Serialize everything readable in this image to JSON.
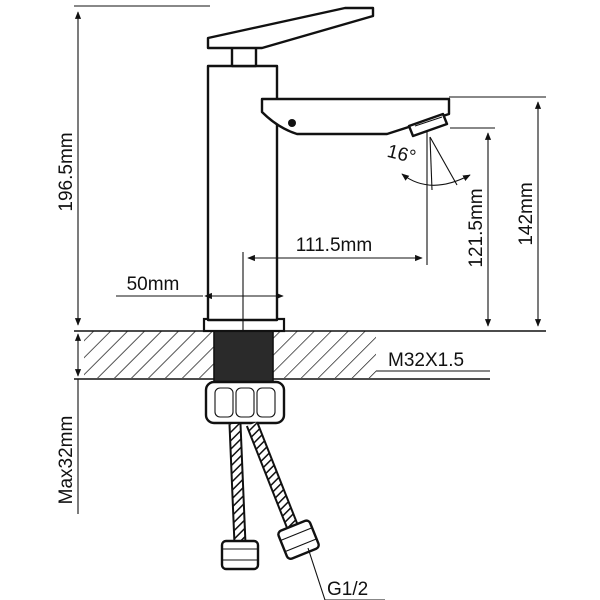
{
  "dimensions": {
    "total_height": "196.5mm",
    "spout_height": "142mm",
    "outlet_height": "121.5mm",
    "spout_reach": "111.5mm",
    "body_width": "50mm",
    "spray_angle": "16°",
    "deck_thickness": "Max32mm",
    "mount_thread": "M32X1.5",
    "hose_thread": "G1/2"
  }
}
